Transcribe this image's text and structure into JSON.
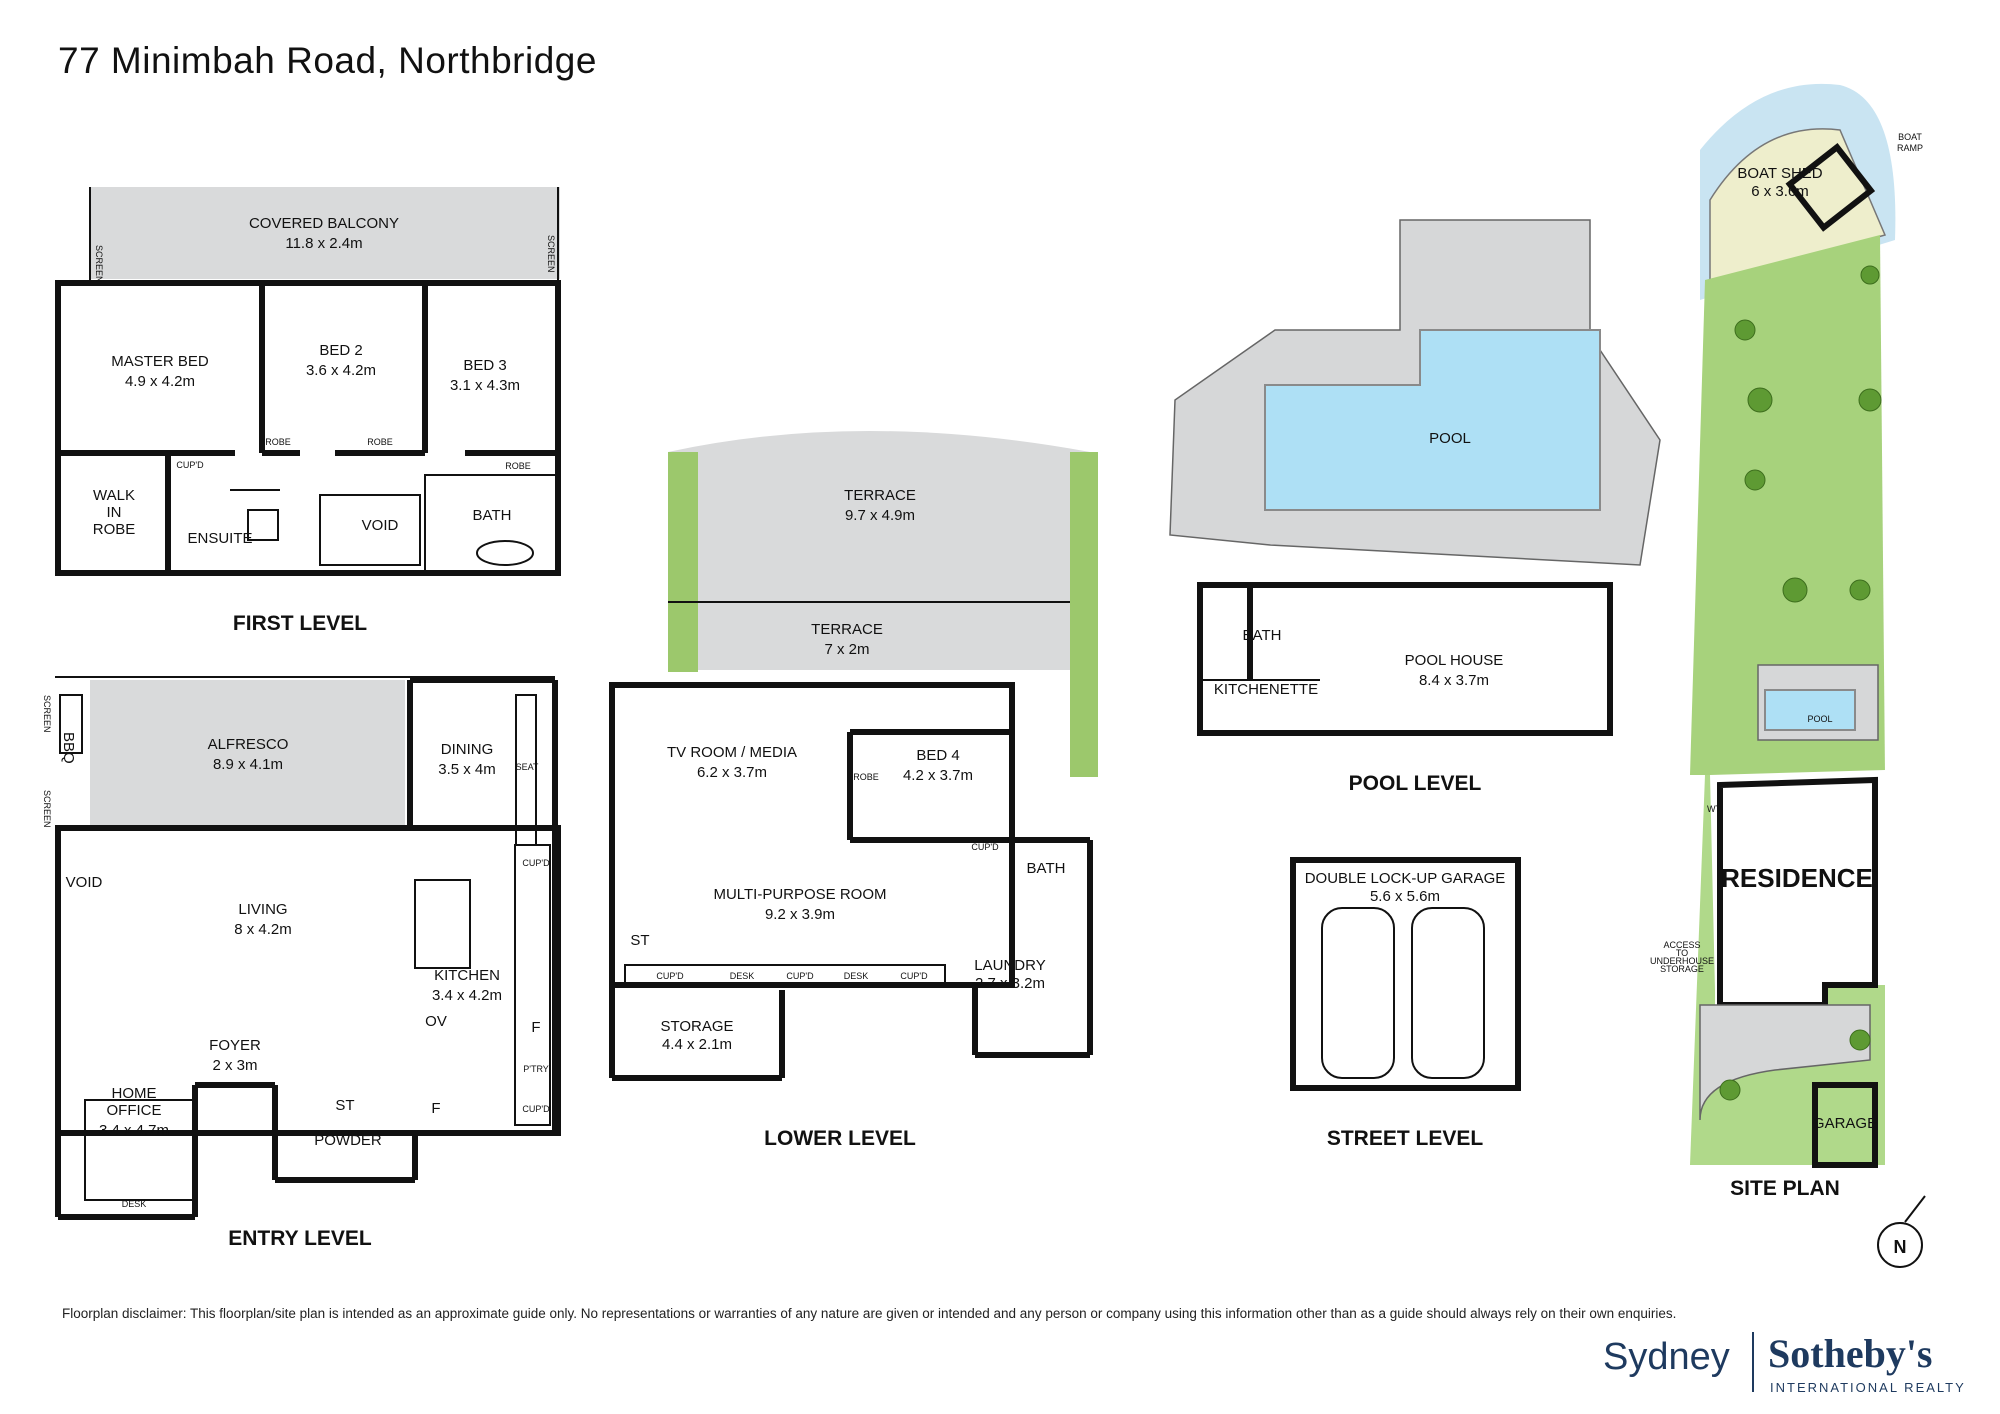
{
  "title": "77 Minimbah Road, Northbridge",
  "disclaimer": "Floorplan disclaimer: This floorplan/site plan is intended as an approximate guide only. No representations or warranties of any nature are given or intended and any person or company using this information other than as a guide should always rely on their own enquiries.",
  "brand": {
    "office": "Sydney",
    "name": "Sotheby's",
    "tagline": "INTERNATIONAL REALTY"
  },
  "levels": {
    "first": "FIRST LEVEL",
    "entry": "ENTRY LEVEL",
    "lower": "LOWER LEVEL",
    "pool": "POOL LEVEL",
    "street": "STREET LEVEL",
    "site": "SITE PLAN"
  },
  "first_level": {
    "covered_balcony": "COVERED BALCONY",
    "covered_balcony_size": "11.8 x 2.4m",
    "master_bed": "MASTER BED",
    "master_bed_size": "4.9 x 4.2m",
    "bed2": "BED 2",
    "bed2_size": "3.6 x 4.2m",
    "bed3": "BED 3",
    "bed3_size": "3.1 x 4.3m",
    "walk_in_robe_1": "WALK",
    "walk_in_robe_2": "IN",
    "walk_in_robe_3": "ROBE",
    "ensuite": "ENSUITE",
    "void": "VOID",
    "bath": "BATH",
    "robe": "ROBE",
    "cupd": "CUP'D",
    "screen": "SCREEN"
  },
  "entry_level": {
    "alfresco": "ALFRESCO",
    "alfresco_size": "8.9 x 4.1m",
    "dining": "DINING",
    "dining_size": "3.5 x 4m",
    "living": "LIVING",
    "living_size": "8 x 4.2m",
    "kitchen": "KITCHEN",
    "kitchen_size": "3.4 x 4.2m",
    "foyer": "FOYER",
    "foyer_size": "2 x 3m",
    "home_office_1": "HOME",
    "home_office_2": "OFFICE",
    "home_office_size": "3.4 x 4.7m",
    "void": "VOID",
    "bbq": "BBQ",
    "st": "ST",
    "powder": "POWDER",
    "ov": "OV",
    "f": "F",
    "seat": "SEAT",
    "desk": "DESK",
    "ptry": "P'TRY",
    "cupd": "CUP'D",
    "screen": "SCREEN"
  },
  "lower_level": {
    "terrace1": "TERRACE",
    "terrace1_size": "9.7 x 4.9m",
    "terrace2": "TERRACE",
    "terrace2_size": "7 x 2m",
    "tv_room": "TV ROOM / MEDIA",
    "tv_room_size": "6.2 x 3.7m",
    "bed4": "BED 4",
    "bed4_size": "4.2 x 3.7m",
    "multi": "MULTI-PURPOSE ROOM",
    "multi_size": "9.2 x 3.9m",
    "bath": "BATH",
    "laundry": "LAUNDRY",
    "laundry_size": "2.7 x 3.2m",
    "storage": "STORAGE",
    "storage_size": "4.4 x 2.1m",
    "st": "ST",
    "robe": "ROBE",
    "cupd": "CUP'D",
    "desk": "DESK"
  },
  "pool_level": {
    "pool": "POOL",
    "bath": "BATH",
    "kitchenette": "KITCHENETTE",
    "pool_house": "POOL HOUSE",
    "pool_house_size": "8.4 x 3.7m"
  },
  "street_level": {
    "garage": "DOUBLE LOCK-UP GARAGE",
    "garage_size": "5.6 x 5.6m"
  },
  "site_plan": {
    "boat_shed": "BOAT SHED",
    "boat_shed_size": "6 x 3.6m",
    "boat_ramp_1": "BOAT",
    "boat_ramp_2": "RAMP",
    "pool": "POOL",
    "wt": "WT",
    "residence": "RESIDENCE",
    "garage": "GARAGE",
    "access_1": "ACCESS",
    "access_2": "TO",
    "access_3": "UNDERHOUSE",
    "access_4": "STORAGE",
    "north": "N"
  }
}
